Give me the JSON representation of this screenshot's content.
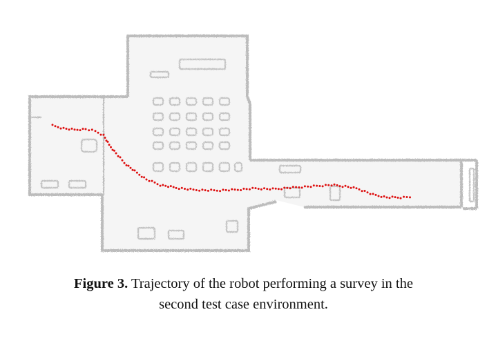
{
  "figure": {
    "label": "Figure 3.",
    "caption_line1": " Trajectory of the robot performing a survey in the",
    "caption_line2": "second test case environment."
  },
  "colors": {
    "trajectory": "#dd1111",
    "map_wall": "#bdbdbd",
    "map_floor": "#f4f4f4"
  }
}
